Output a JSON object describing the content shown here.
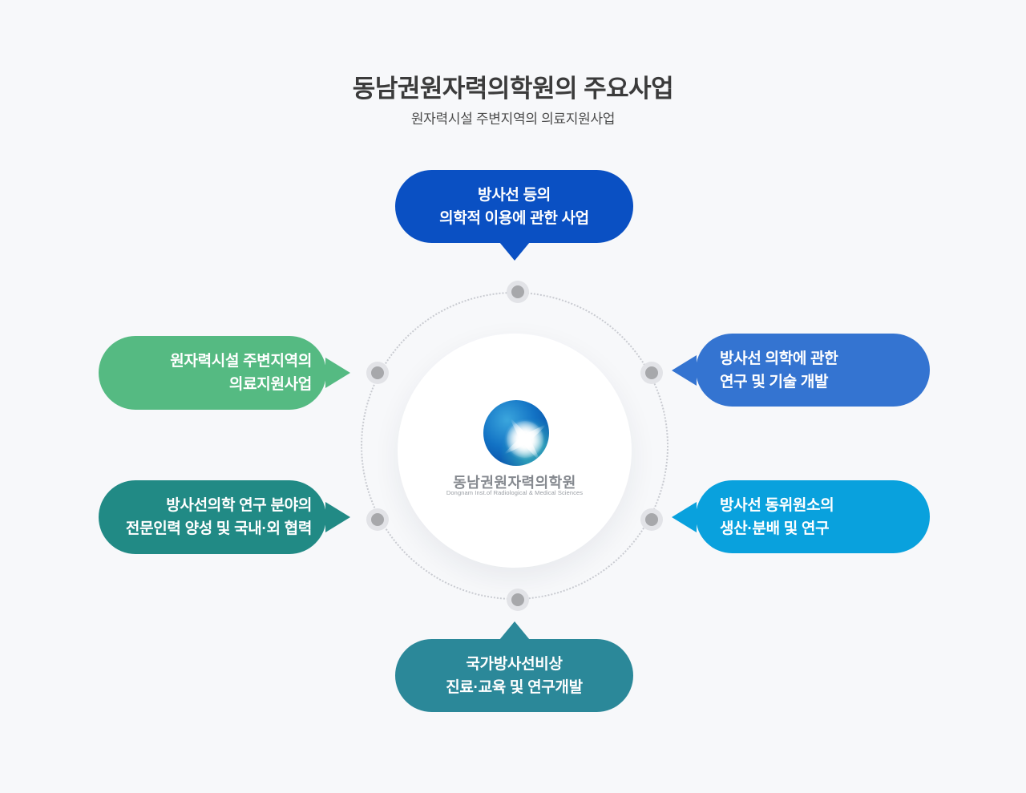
{
  "page": {
    "background_color": "#f7f8fa"
  },
  "header": {
    "title": "동남권원자력의학원의 주요사업",
    "subtitle": "원자력시설 주변지역의 의료지원사업"
  },
  "center": {
    "logo_icon": "radiant-blue-sphere",
    "org_name": "동남권원자력의학원",
    "org_name_en": "Dongnam Inst.of Radiological & Medical Sciences"
  },
  "bubbles": {
    "top": {
      "lines": [
        "방사선 등의",
        "의학적 이용에 관한 사업"
      ],
      "color": "#0a50c3",
      "tail": "down"
    },
    "left_upper": {
      "lines": [
        "원자력시설 주변지역의",
        "의료지원사업"
      ],
      "color": "#55ba82",
      "tail": "right"
    },
    "left_lower": {
      "lines": [
        "방사선의학 연구 분야의",
        "전문인력 양성 및 국내·외 협력"
      ],
      "color": "#218a85",
      "tail": "right"
    },
    "right_upper": {
      "lines": [
        "방사선 의학에 관한",
        "연구 및 기술 개발"
      ],
      "color": "#3474d1",
      "tail": "left"
    },
    "right_lower": {
      "lines": [
        "방사선 동위원소의",
        "생산·분배 및 연구"
      ],
      "color": "#09a1dd",
      "tail": "left"
    },
    "bottom": {
      "lines": [
        "국가방사선비상",
        "진료·교육 및 연구개발"
      ],
      "color": "#2b8899",
      "tail": "up"
    }
  },
  "decoration": {
    "dotted_circle_color": "#c9cbd1",
    "node_ring_color": "#e2e3e7",
    "node_dot_color": "#a7a8ab",
    "center_circle_color": "#ffffff"
  }
}
